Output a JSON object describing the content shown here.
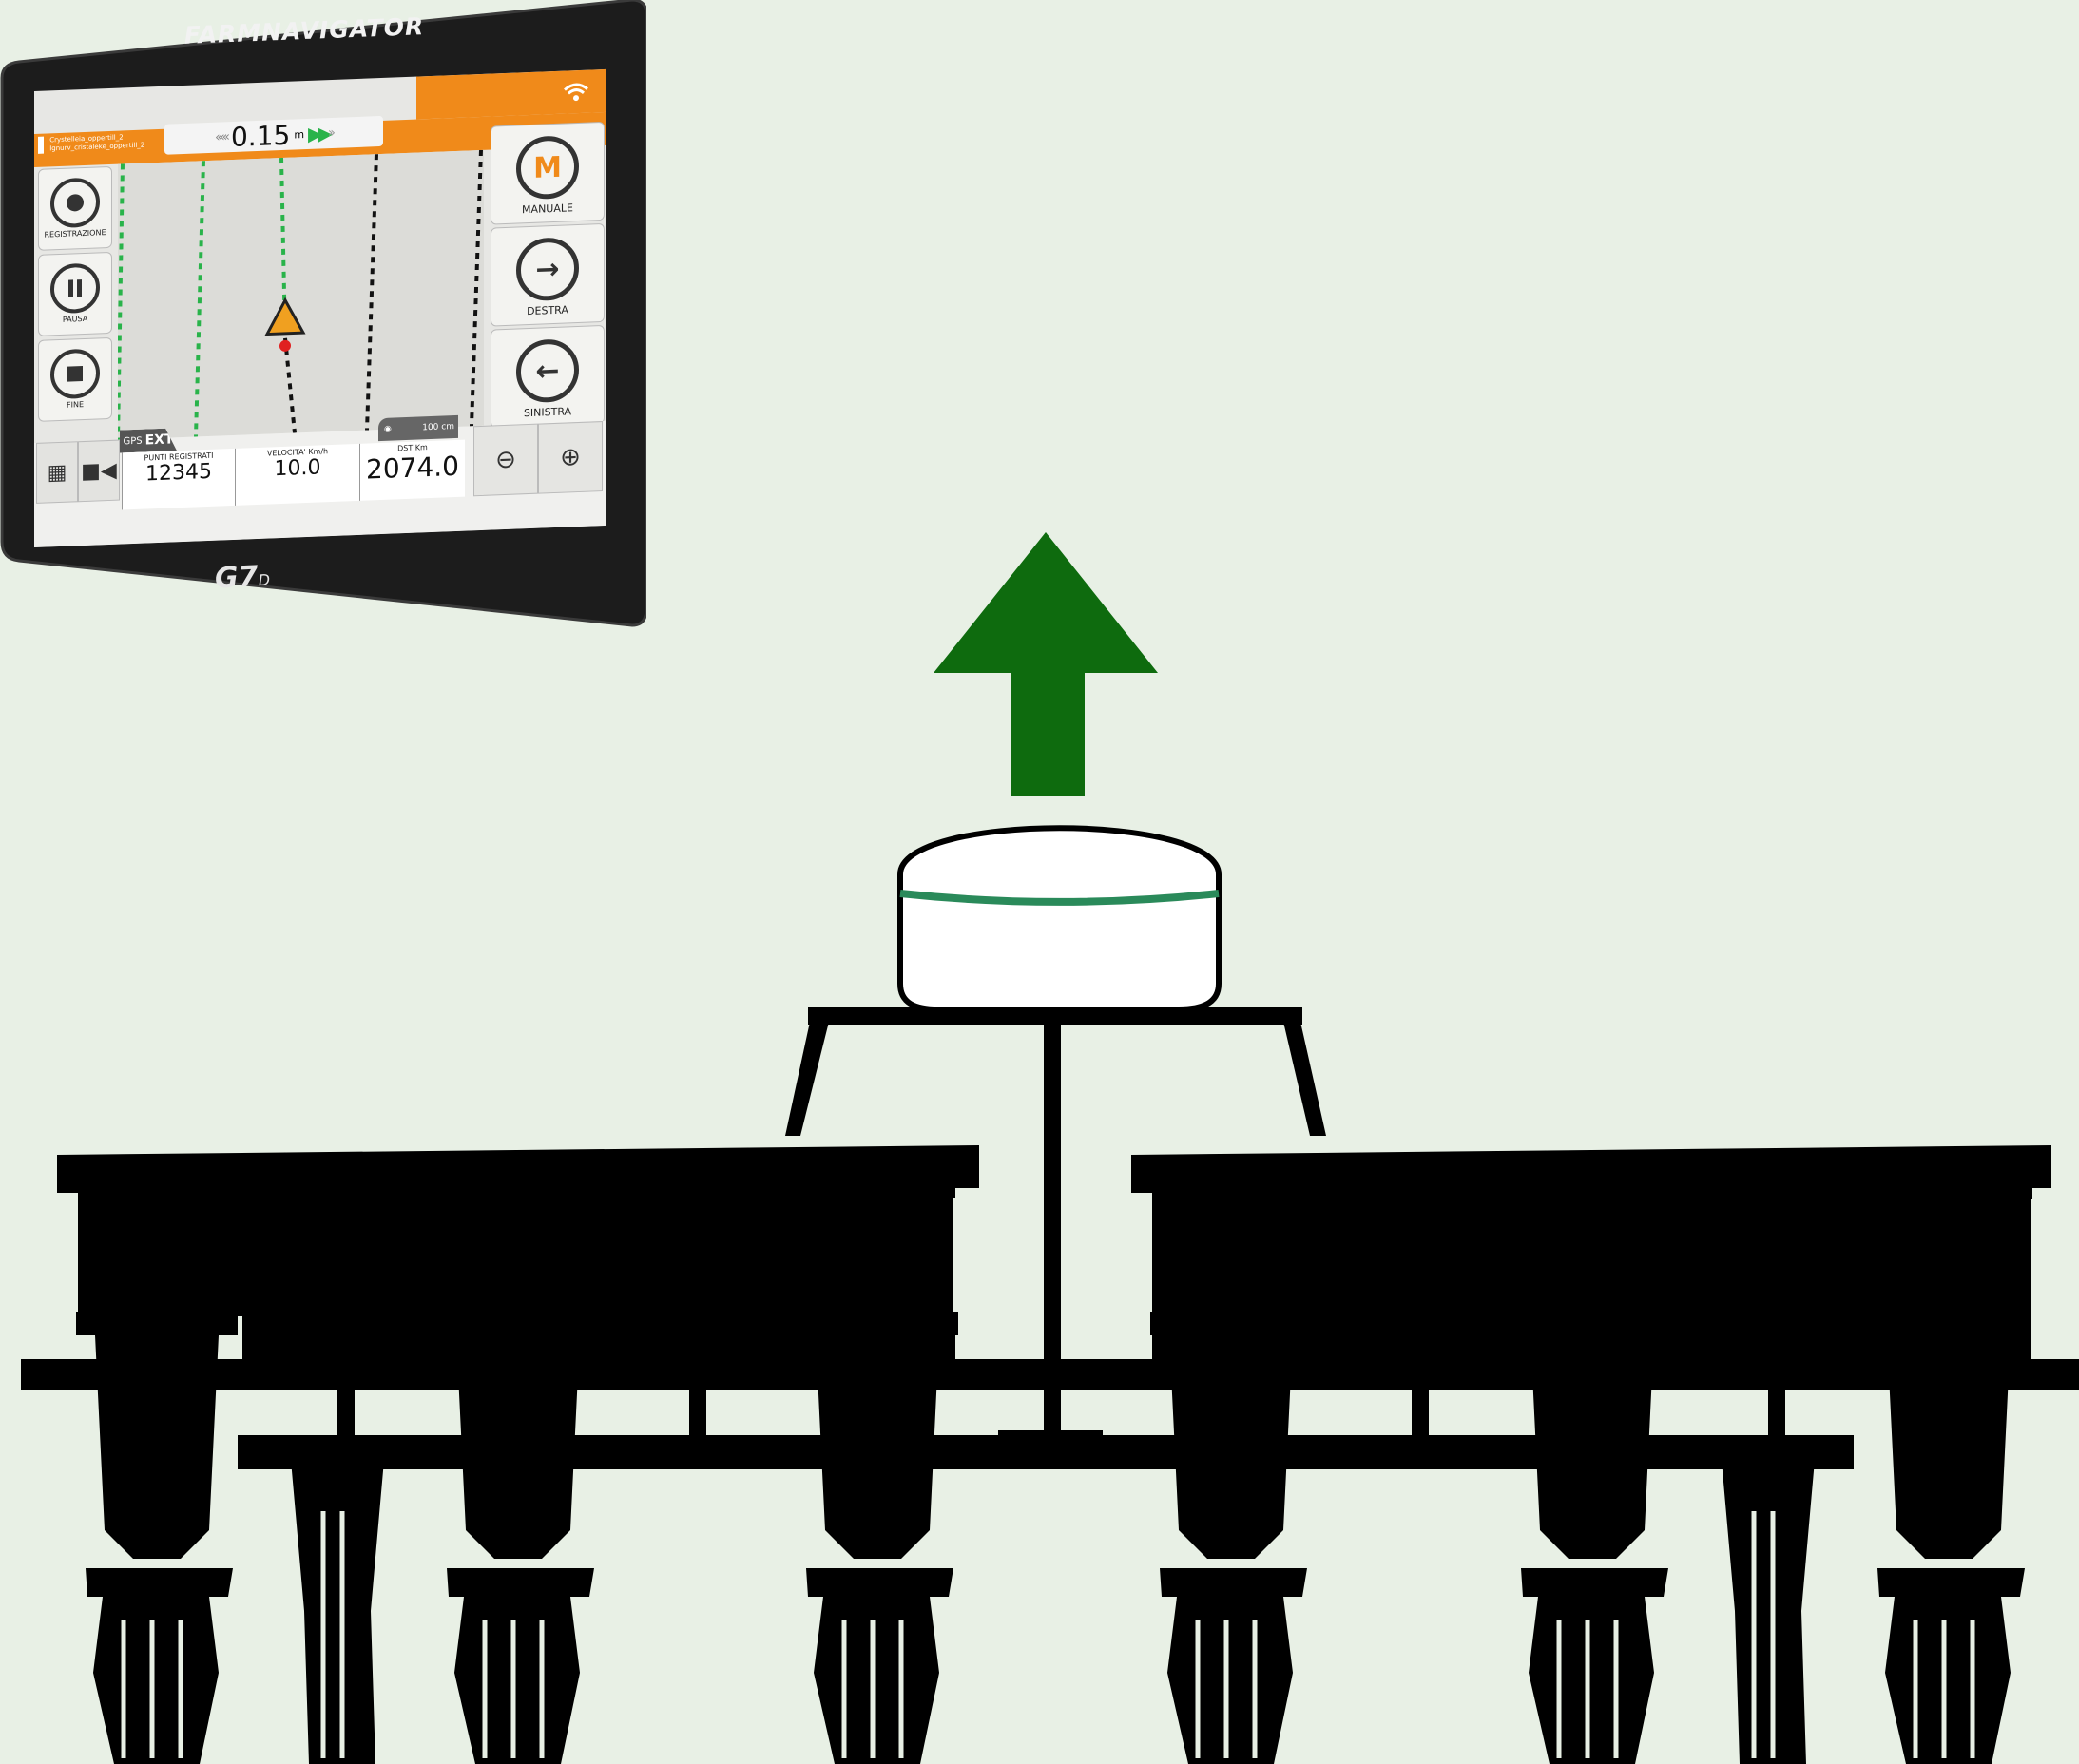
{
  "device": {
    "brand": "FARMNAVIGATOR",
    "model": "G7",
    "model_suffix": "D"
  },
  "screen": {
    "file_info": {
      "line1": "Crystelleia_oppertill_2",
      "line2": "Ignurv_cristaleke_oppertill_2"
    },
    "offset": {
      "value": "0.15",
      "unit": "m"
    },
    "left_buttons": [
      {
        "label": "REGISTRAZIONE",
        "icon": "record-icon"
      },
      {
        "label": "PAUSA",
        "icon": "pause-icon"
      },
      {
        "label": "FINE",
        "icon": "stop-icon"
      }
    ],
    "right_buttons": [
      {
        "label": "MANUALE",
        "symbol": "M",
        "icon": "manual-icon"
      },
      {
        "label": "DESTRA",
        "icon": "arrow-right-icon"
      },
      {
        "label": "SINISTRA",
        "icon": "arrow-left-icon"
      }
    ],
    "gps": {
      "prefix": "GPS",
      "mode": "EXT"
    },
    "scale": "100 cm",
    "stats": [
      {
        "title": "PUNTI REGISTRATI",
        "value": "12345"
      },
      {
        "title": "VELOCITA' Km/h",
        "value": "10.0"
      },
      {
        "title": "DST Km",
        "value": "2074.0"
      }
    ]
  },
  "colors": {
    "background": "#e8f0e5",
    "accent_orange": "#f08a1a",
    "arrow_green": "#0e6b0e",
    "guide_green": "#29b34a",
    "antenna_band": "#2a8a5a"
  }
}
